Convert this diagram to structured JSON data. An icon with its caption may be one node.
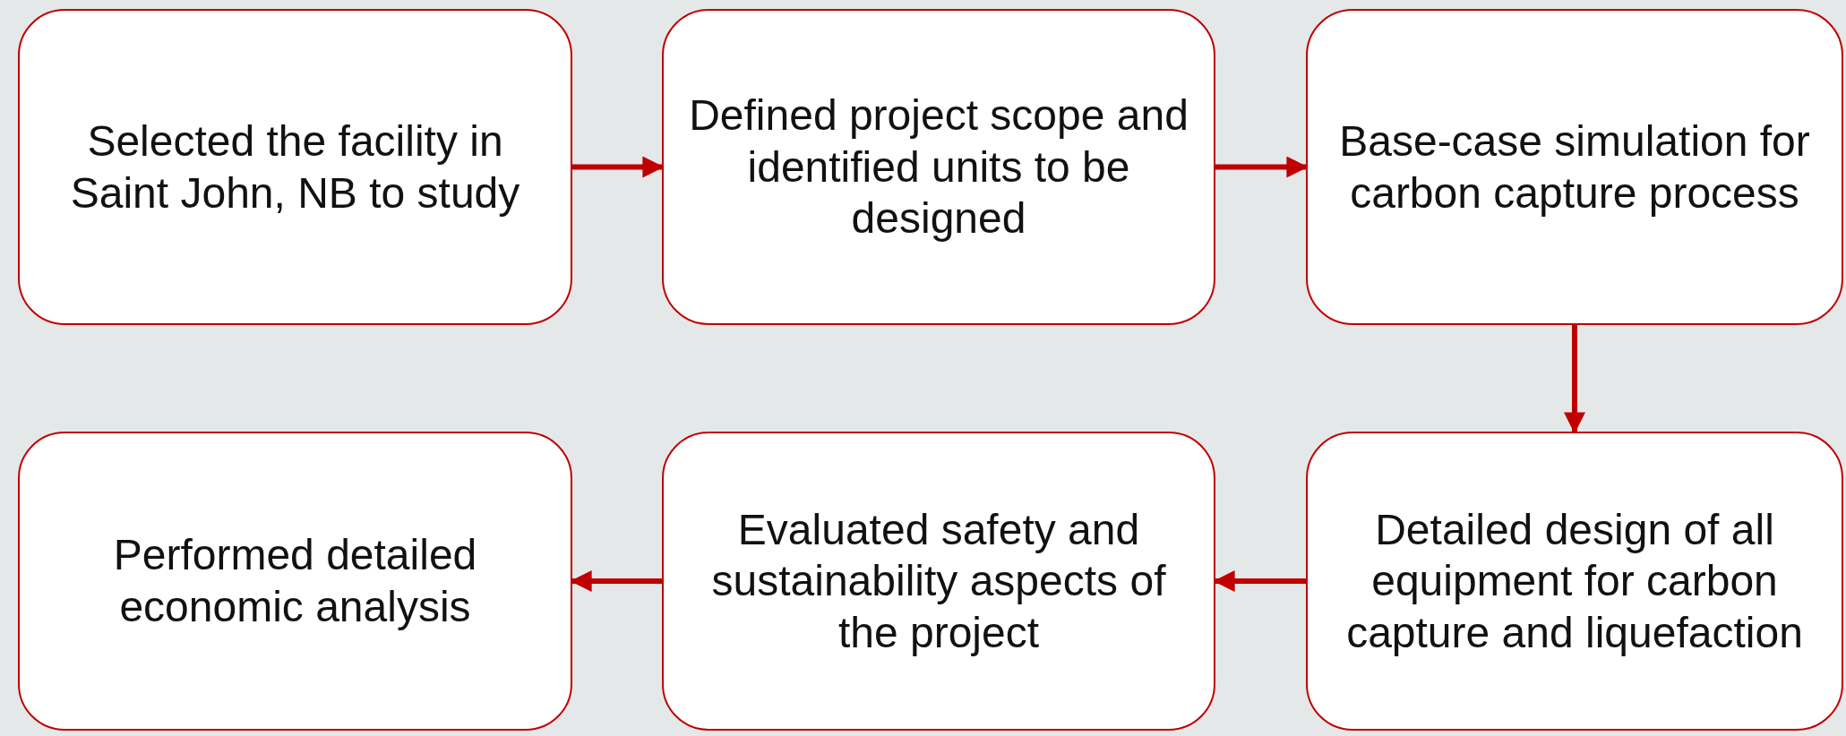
{
  "diagram": {
    "nodes": [
      {
        "text": [
          "Selected the facility in Saint John, NB to study"
        ]
      },
      {
        "text": [
          "Defined project scope and identified units to be designed"
        ]
      },
      {
        "text": [
          "Base-case simulation for carbon capture process"
        ]
      },
      {
        "text": [
          "Performed detailed economic analysis"
        ]
      },
      {
        "text": [
          "Evaluated safety and sustainability aspects of the project"
        ]
      },
      {
        "text": [
          "Detailed design of all equipment for carbon capture and liquefaction"
        ]
      }
    ],
    "edges": [
      {
        "from": 0,
        "to": 1,
        "arrow": "to"
      },
      {
        "from": 1,
        "to": 2,
        "arrow": "to"
      },
      {
        "from": 2,
        "to": 5,
        "arrow": "to"
      },
      {
        "from": 5,
        "to": 4,
        "arrow": "to"
      },
      {
        "from": 4,
        "to": 3,
        "arrow": "to"
      }
    ]
  }
}
